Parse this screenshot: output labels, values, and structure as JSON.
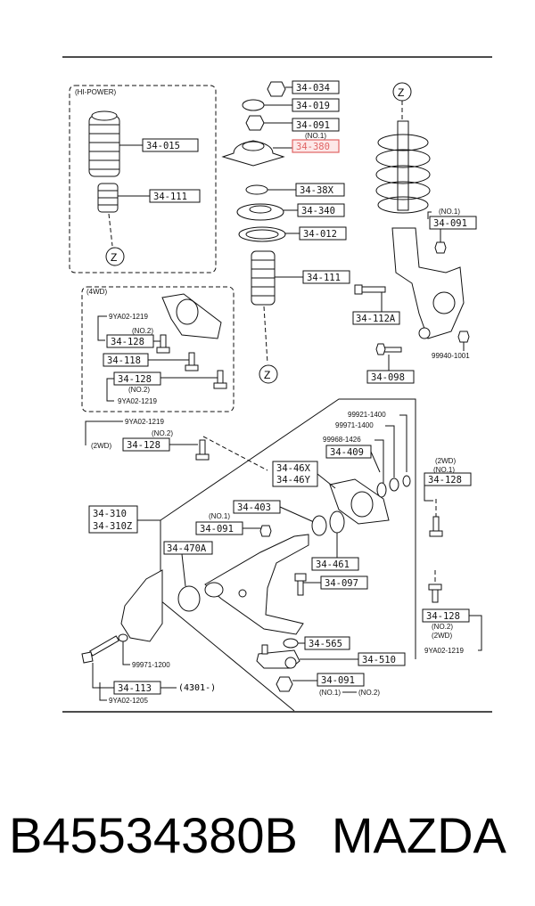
{
  "groups": {
    "hi_power": "(HI-POWER)",
    "four_wd": "(4WD)",
    "two_wd_left": "(2WD)",
    "two_wd_right_top": "(2WD)",
    "two_wd_right_bottom": "(2WD)",
    "code_4301": "(4301-)"
  },
  "labels": {
    "l034": "34-034",
    "l019": "34-019",
    "l091a": "34-091",
    "no1a": "(NO.1)",
    "l380": "34-380",
    "l38x": "34-38X",
    "l340": "34-340",
    "l012": "34-012",
    "l111a": "34-111",
    "l015": "34-015",
    "l111b": "34-111",
    "no1b": "(NO.1)",
    "l091b": "34-091",
    "l112a": "34-112A",
    "l098": "34-098",
    "n99940": "99940-1001",
    "n9ya02a": "9YA02-1219",
    "no2a": "(NO.2)",
    "l128a": "34-128",
    "l118": "34-118",
    "l128b": "34-128",
    "no2b": "(NO.2)",
    "n9ya02b": "9YA02-1219",
    "n9ya02c": "9YA02-1219",
    "no2c": "(NO.2)",
    "l128c": "34-128",
    "n99921": "99921-1400",
    "n99971a": "99971-1400",
    "n99968": "99968-1426",
    "l409": "34-409",
    "l46x": "34-46X",
    "l46y": "34-46Y",
    "no1c": "(NO.1)",
    "l128d": "34-128",
    "l310": "34-310",
    "l310z": "34-310Z",
    "no1d": "(NO.1)",
    "l403": "34-403",
    "l091c": "34-091",
    "l470a": "34-470A",
    "l461": "34-461",
    "l097": "34-097",
    "l128e": "34-128",
    "no2d": "(NO.2)",
    "n9ya02d": "9YA02-1219",
    "l565": "34-565",
    "l510": "34-510",
    "l091d": "34-091",
    "no1e": "(NO.1)",
    "no2e": "(NO.2)",
    "n99971b": "99971-1200",
    "l113": "34-113",
    "n9ya02e": "9YA02-1205"
  },
  "markers": {
    "z": "Z"
  },
  "caption": {
    "part_number": "B45534380B",
    "brand": "MAZDA"
  },
  "colors": {
    "highlight": "#e06464",
    "ink": "#111111"
  }
}
